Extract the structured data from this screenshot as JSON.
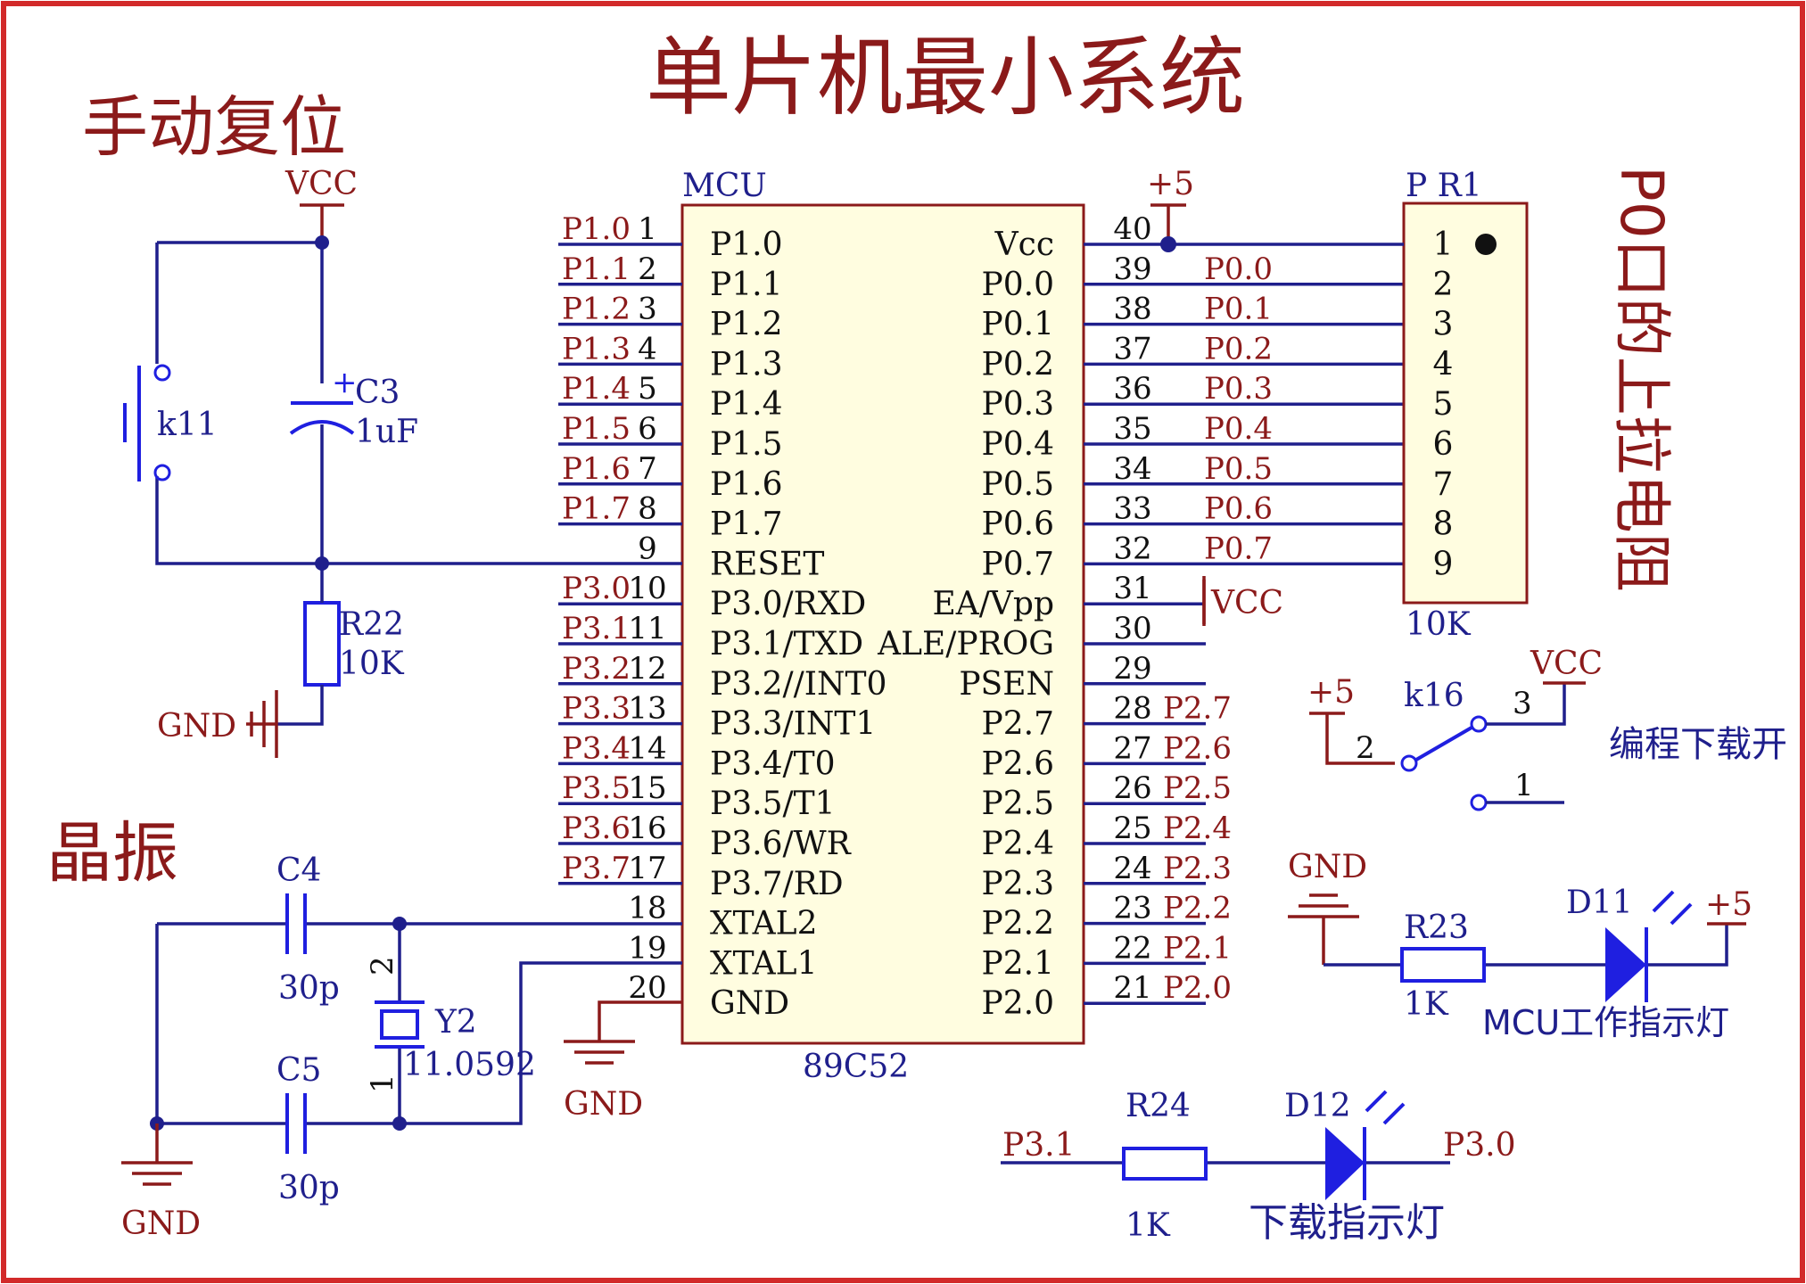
{
  "title": "单片机最小系统",
  "colors": {
    "border": "#d22a2a",
    "wire": "#1f1f8c",
    "power": "#8b1a1a",
    "component": "#1f1fe0",
    "ic_fill": "#fffde0",
    "text_dark": "#8b1a1a"
  },
  "sections": {
    "reset": "手动复位",
    "crystal": "晶振",
    "pullup": "P0口的上拉电阻",
    "prog_switch": "编程下载开",
    "mcu_led": "MCU工作指示灯",
    "dl_led": "下载指示灯"
  },
  "mcu": {
    "ref": "MCU",
    "part": "89C52",
    "left_pins": [
      {
        "num": "1",
        "name": "P1.0",
        "net": "P1.0"
      },
      {
        "num": "2",
        "name": "P1.1",
        "net": "P1.1"
      },
      {
        "num": "3",
        "name": "P1.2",
        "net": "P1.2"
      },
      {
        "num": "4",
        "name": "P1.3",
        "net": "P1.3"
      },
      {
        "num": "5",
        "name": "P1.4",
        "net": "P1.4"
      },
      {
        "num": "6",
        "name": "P1.5",
        "net": "P1.5"
      },
      {
        "num": "7",
        "name": "P1.6",
        "net": "P1.6"
      },
      {
        "num": "8",
        "name": "P1.7",
        "net": "P1.7"
      },
      {
        "num": "9",
        "name": "RESET",
        "net": ""
      },
      {
        "num": "10",
        "name": "P3.0/RXD",
        "net": "P3.0"
      },
      {
        "num": "11",
        "name": "P3.1/TXD",
        "net": "P3.1"
      },
      {
        "num": "12",
        "name": "P3.2//INT0",
        "net": "P3.2"
      },
      {
        "num": "13",
        "name": "P3.3/INT1",
        "net": "P3.3"
      },
      {
        "num": "14",
        "name": "P3.4/T0",
        "net": "P3.4"
      },
      {
        "num": "15",
        "name": "P3.5/T1",
        "net": "P3.5"
      },
      {
        "num": "16",
        "name": "P3.6/WR",
        "net": "P3.6"
      },
      {
        "num": "17",
        "name": "P3.7/RD",
        "net": "P3.7"
      },
      {
        "num": "18",
        "name": "XTAL2",
        "net": ""
      },
      {
        "num": "19",
        "name": "XTAL1",
        "net": ""
      },
      {
        "num": "20",
        "name": "GND",
        "net": ""
      }
    ],
    "right_pins": [
      {
        "num": "40",
        "name": "Vcc",
        "net": ""
      },
      {
        "num": "39",
        "name": "P0.0",
        "net": "P0.0"
      },
      {
        "num": "38",
        "name": "P0.1",
        "net": "P0.1"
      },
      {
        "num": "37",
        "name": "P0.2",
        "net": "P0.2"
      },
      {
        "num": "36",
        "name": "P0.3",
        "net": "P0.3"
      },
      {
        "num": "35",
        "name": "P0.4",
        "net": "P0.4"
      },
      {
        "num": "34",
        "name": "P0.5",
        "net": "P0.5"
      },
      {
        "num": "33",
        "name": "P0.6",
        "net": "P0.6"
      },
      {
        "num": "32",
        "name": "P0.7",
        "net": "P0.7"
      },
      {
        "num": "31",
        "name": "EA/Vpp",
        "net": ""
      },
      {
        "num": "30",
        "name": "ALE/PROG",
        "net": ""
      },
      {
        "num": "29",
        "name": "PSEN",
        "net": ""
      },
      {
        "num": "28",
        "name": "P2.7",
        "net": "P2.7"
      },
      {
        "num": "27",
        "name": "P2.6",
        "net": "P2.6"
      },
      {
        "num": "26",
        "name": "P2.5",
        "net": "P2.5"
      },
      {
        "num": "25",
        "name": "P2.4",
        "net": "P2.4"
      },
      {
        "num": "24",
        "name": "P2.3",
        "net": "P2.3"
      },
      {
        "num": "23",
        "name": "P2.2",
        "net": "P2.2"
      },
      {
        "num": "22",
        "name": "P2.1",
        "net": "P2.1"
      },
      {
        "num": "21",
        "name": "P2.0",
        "net": "P2.0"
      }
    ]
  },
  "pr1": {
    "ref": "P R1",
    "value": "10K",
    "pins": [
      "1",
      "2",
      "3",
      "4",
      "5",
      "6",
      "7",
      "8",
      "9"
    ]
  },
  "labels": {
    "vcc": "VCC",
    "plus5": "+5",
    "gnd": "GND",
    "k11": "k11",
    "c3": "C3",
    "c3_val": "1uF",
    "r22": "R22",
    "r22_val": "10K",
    "c4": "C4",
    "c4_val": "30p",
    "c5": "C5",
    "c5_val": "30p",
    "y2": "Y2",
    "y2_val": "11.0592",
    "y2_pin1": "1",
    "y2_pin2": "2",
    "k16": "k16",
    "k16_pin1": "1",
    "k16_pin2": "2",
    "k16_pin3": "3",
    "r23": "R23",
    "r23_val": "1K",
    "d11": "D11",
    "r24": "R24",
    "r24_val": "1K",
    "d12": "D12",
    "p31": "P3.1",
    "p30": "P3.0"
  }
}
